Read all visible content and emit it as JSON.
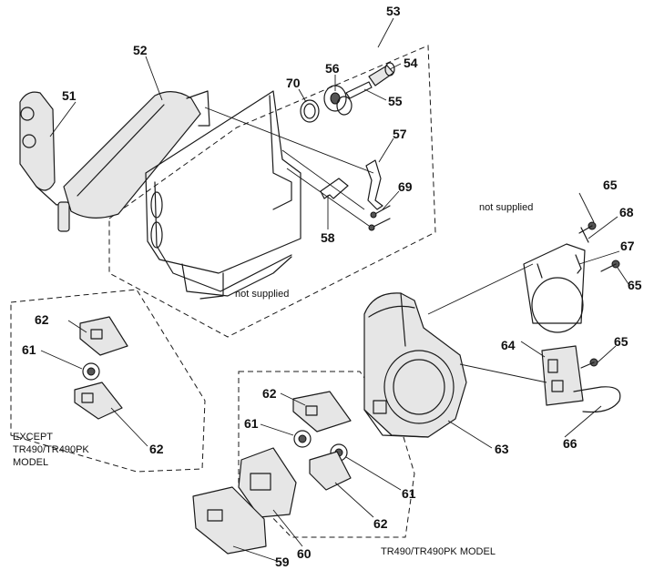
{
  "callouts": {
    "c51": "51",
    "c52": "52",
    "c53": "53",
    "c54": "54",
    "c55": "55",
    "c56": "56",
    "c57": "57",
    "c58": "58",
    "c59": "59",
    "c60": "60",
    "c61a": "61",
    "c61b": "61",
    "c61c": "61",
    "c62a": "62",
    "c62b": "62",
    "c62c": "62",
    "c62d": "62",
    "c63": "63",
    "c64": "64",
    "c65a": "65",
    "c65b": "65",
    "c65c": "65",
    "c66": "66",
    "c67": "67",
    "c68": "68",
    "c69": "69",
    "c70": "70"
  },
  "notes": {
    "not_supplied_top": "not supplied",
    "not_supplied_right": "not supplied",
    "except_line1": "EXCEPT",
    "except_line2": "TR490/TR490PK",
    "except_line3": "MODEL",
    "tr490_model": "TR490/TR490PK MODEL"
  }
}
